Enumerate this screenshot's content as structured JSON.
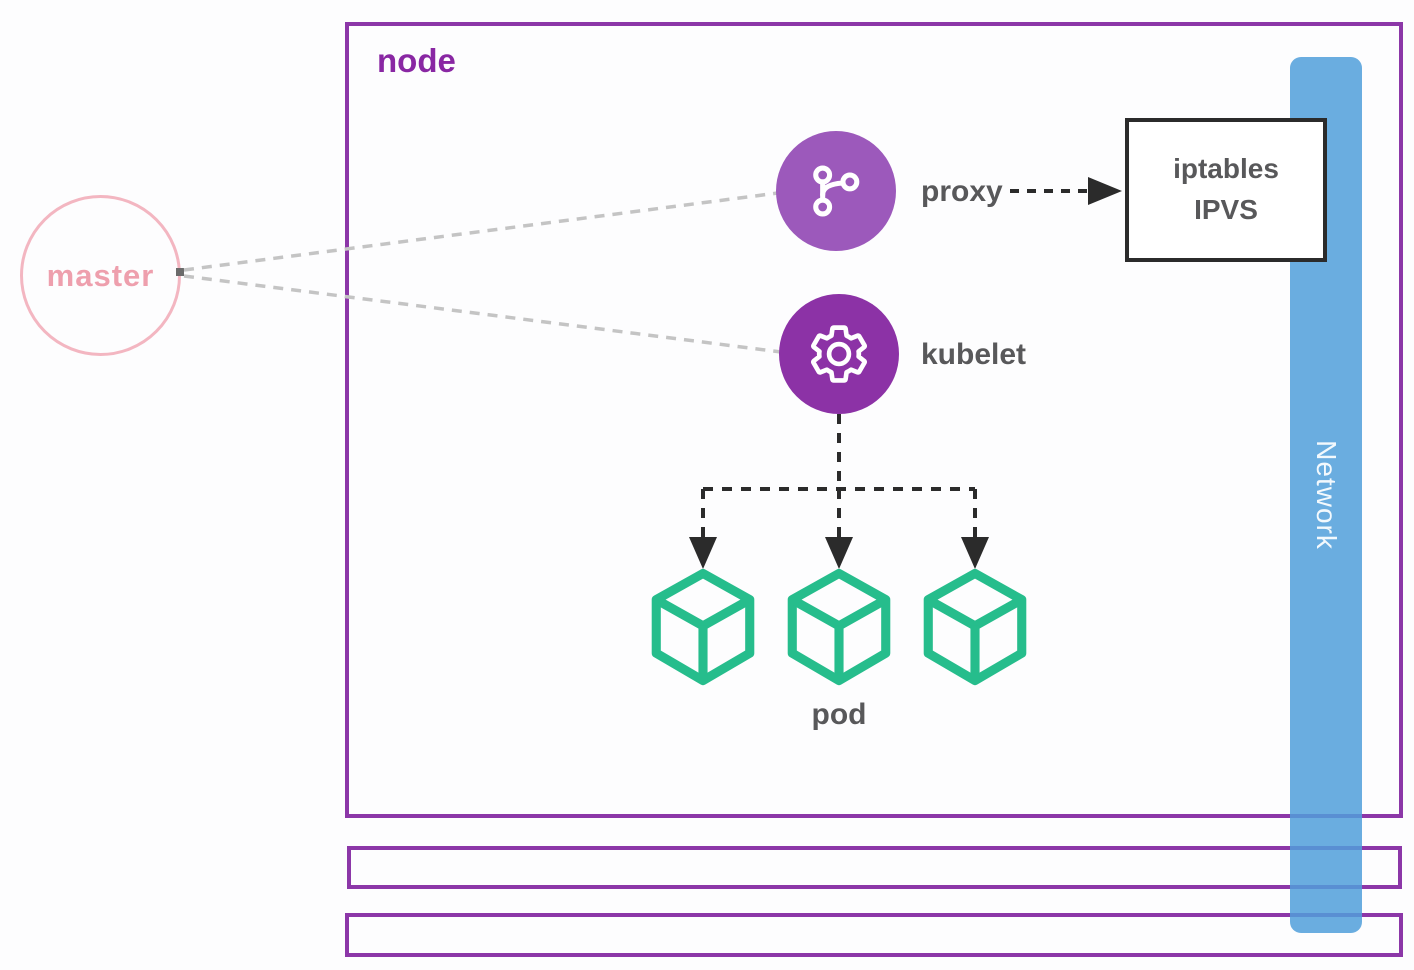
{
  "diagram": {
    "master": {
      "label": "master"
    },
    "node": {
      "label": "node"
    },
    "proxy": {
      "label": "proxy",
      "icon": "git-branch-icon"
    },
    "kubelet": {
      "label": "kubelet",
      "icon": "gear-icon"
    },
    "iptables": {
      "line1": "iptables",
      "line2": "IPVS"
    },
    "network": {
      "label": "Network"
    },
    "pods": {
      "label": "pod",
      "count": 3,
      "icon": "cube-icon"
    }
  },
  "colors": {
    "node_border": "#8C37A8",
    "node_label": "#8927A3",
    "master_text": "#EE9FAD",
    "master_border": "#F3B6C1",
    "proxy_fill": "#9C59BB",
    "kubelet_fill": "#8C32A6",
    "pod_green": "#26BD8C",
    "network_blue": "#66ACE0",
    "label_gray": "#58585A",
    "arrow_black": "#2B2B2B",
    "dashed_gray": "#C4C4C4"
  }
}
